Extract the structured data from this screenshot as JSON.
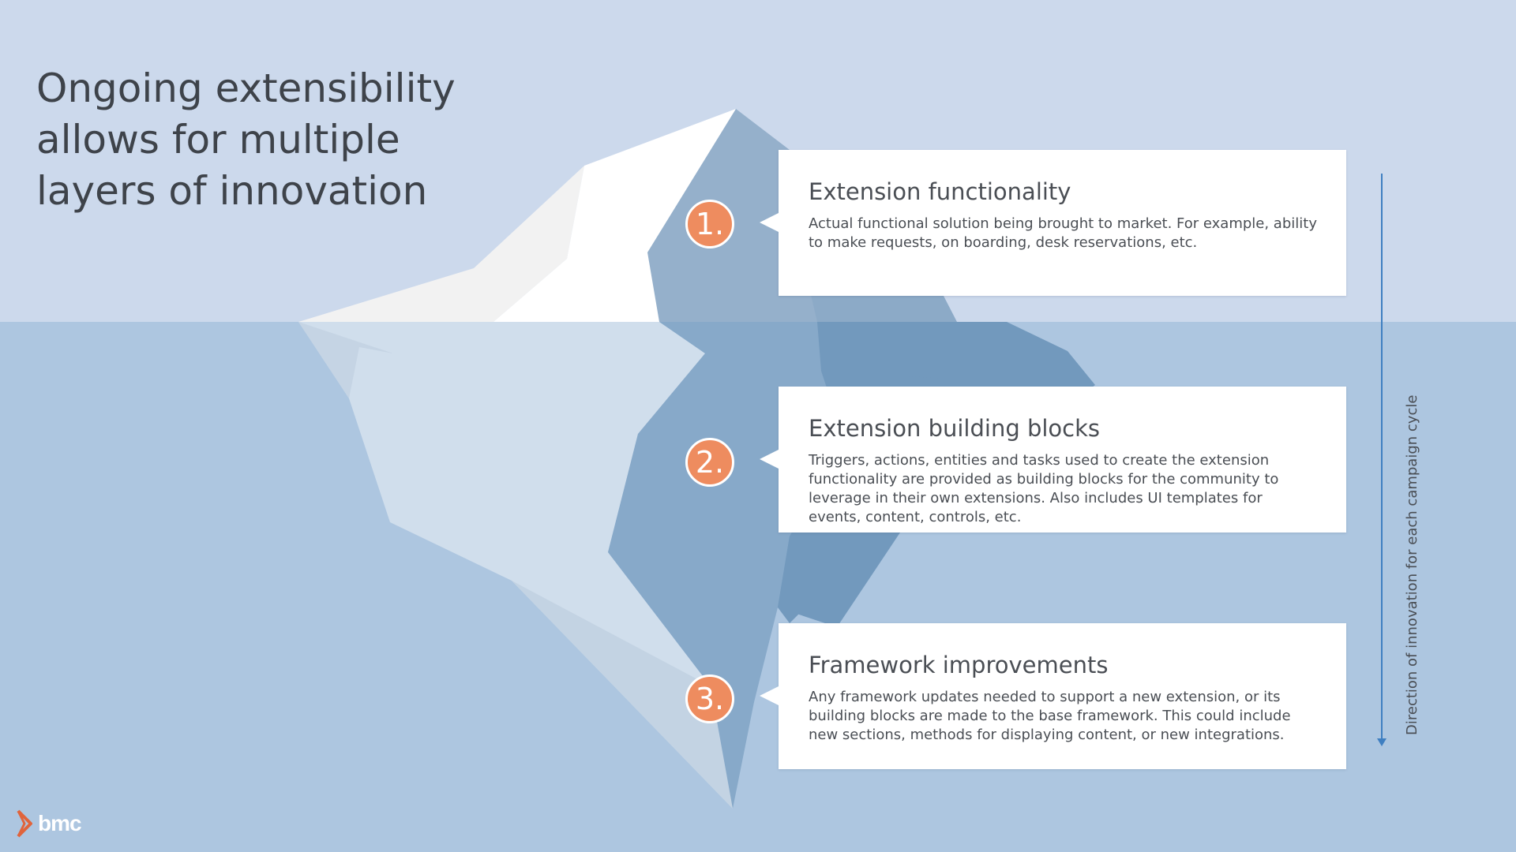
{
  "title": "Ongoing extensibility allows for multiple layers of innovation",
  "items": [
    {
      "number": "1.",
      "heading": "Extension functionality",
      "text": "Actual functional solution being brought to market. For example, ability to make requests, on boarding, desk reservations, etc."
    },
    {
      "number": "2.",
      "heading": "Extension building blocks",
      "text": "Triggers, actions, entities and tasks used to create the extension functionality are provided as building blocks for the community to leverage in their own extensions. Also includes UI templates for events, content, controls, etc."
    },
    {
      "number": "3.",
      "heading": "Framework improvements",
      "text": "Any framework updates needed to support a new extension, or its building blocks are made to the base framework. This could include new sections, methods for displaying content, or new integrations."
    }
  ],
  "direction_label": "Direction of innovation for each campaign cycle",
  "logo": {
    "text": "bmc",
    "icon": "bmc-chevron-logo"
  },
  "colors": {
    "sky": "#ccd9ec",
    "sea": "#adc6e0",
    "badge": "#ee8c5f",
    "arrow": "#3f7fc1",
    "text": "#3e434a",
    "logo_accent": "#e0643c"
  }
}
